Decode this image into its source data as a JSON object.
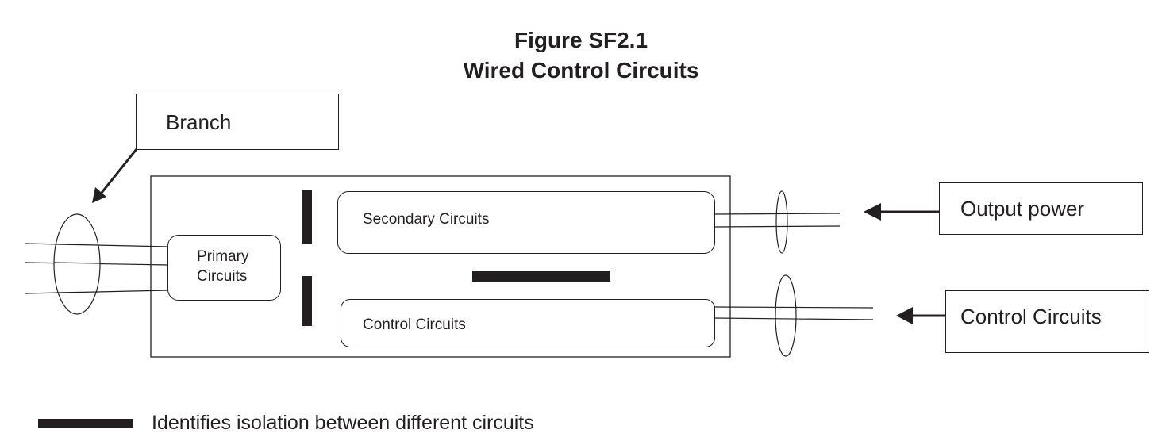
{
  "figure": {
    "title_line1": "Figure SF2.1",
    "title_line2": "Wired Control Circuits"
  },
  "callouts": {
    "branch": "Branch",
    "output_power": "Output power",
    "control_circuits": "Control Circuits"
  },
  "blocks": {
    "primary_line1": "Primary",
    "primary_line2": "Circuits",
    "secondary": "Secondary Circuits",
    "control": "Control Circuits"
  },
  "legend": {
    "text": "Identifies isolation between different circuits"
  },
  "colors": {
    "ink": "#231f20"
  }
}
